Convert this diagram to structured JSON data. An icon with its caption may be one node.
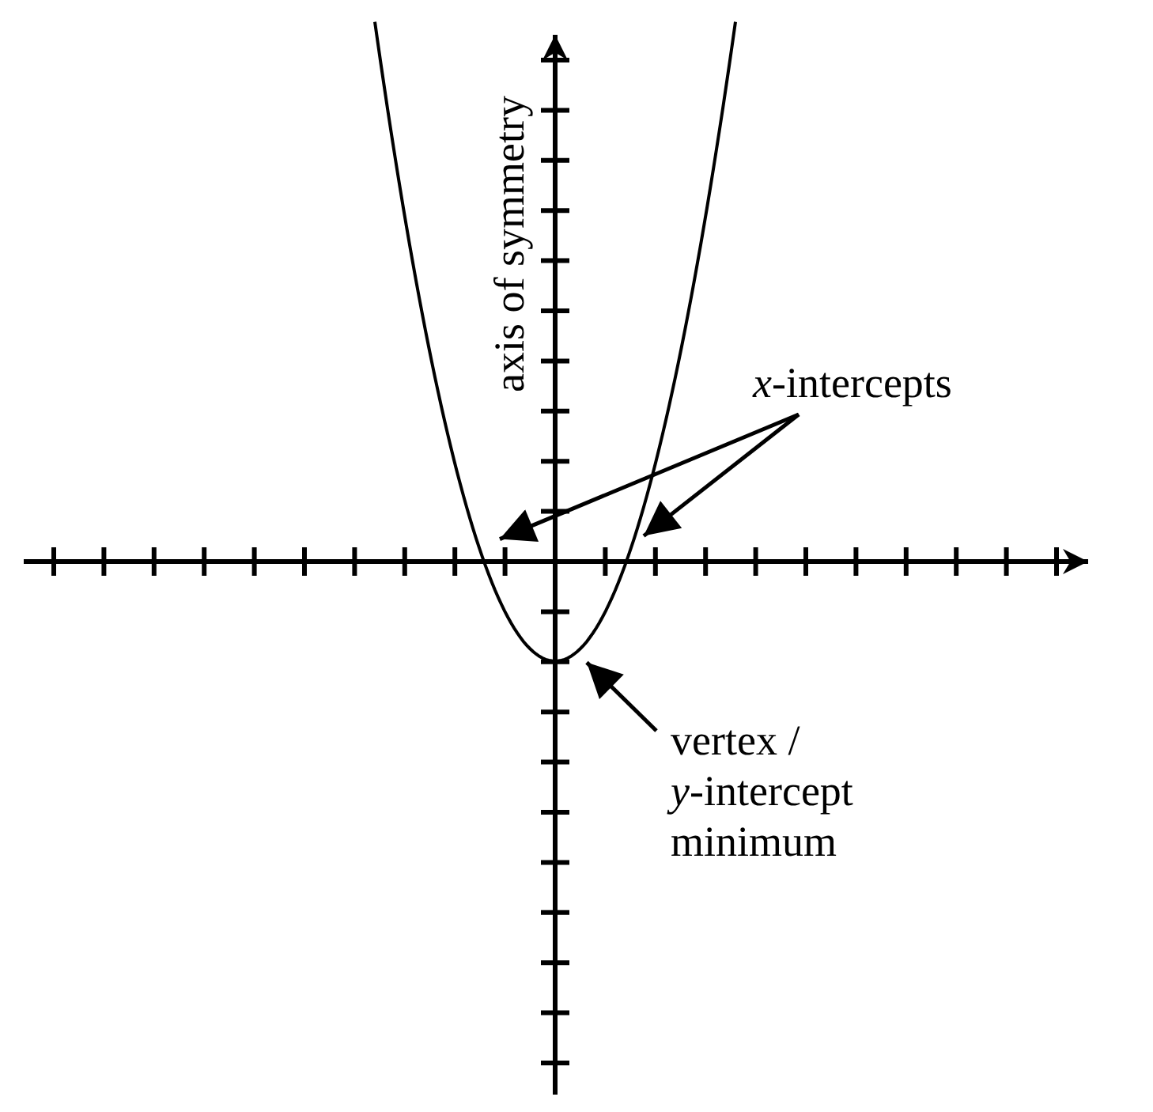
{
  "diagram": {
    "nodes": [
      {
        "text": [
          "*x*-intercepts"
        ]
      },
      {
        "text": [
          "vertex / *y*-intercept minimum"
        ]
      },
      {
        "text": [],
        "shape": "curve"
      }
    ],
    "edges": [
      {
        "from": 0,
        "to": 2,
        "arrow": "to"
      },
      {
        "from": 0,
        "to": 2,
        "arrow": "to"
      },
      {
        "from": 1,
        "to": 2,
        "arrow": "to"
      }
    ],
    "labels": [
      "axis of symmetry"
    ]
  }
}
